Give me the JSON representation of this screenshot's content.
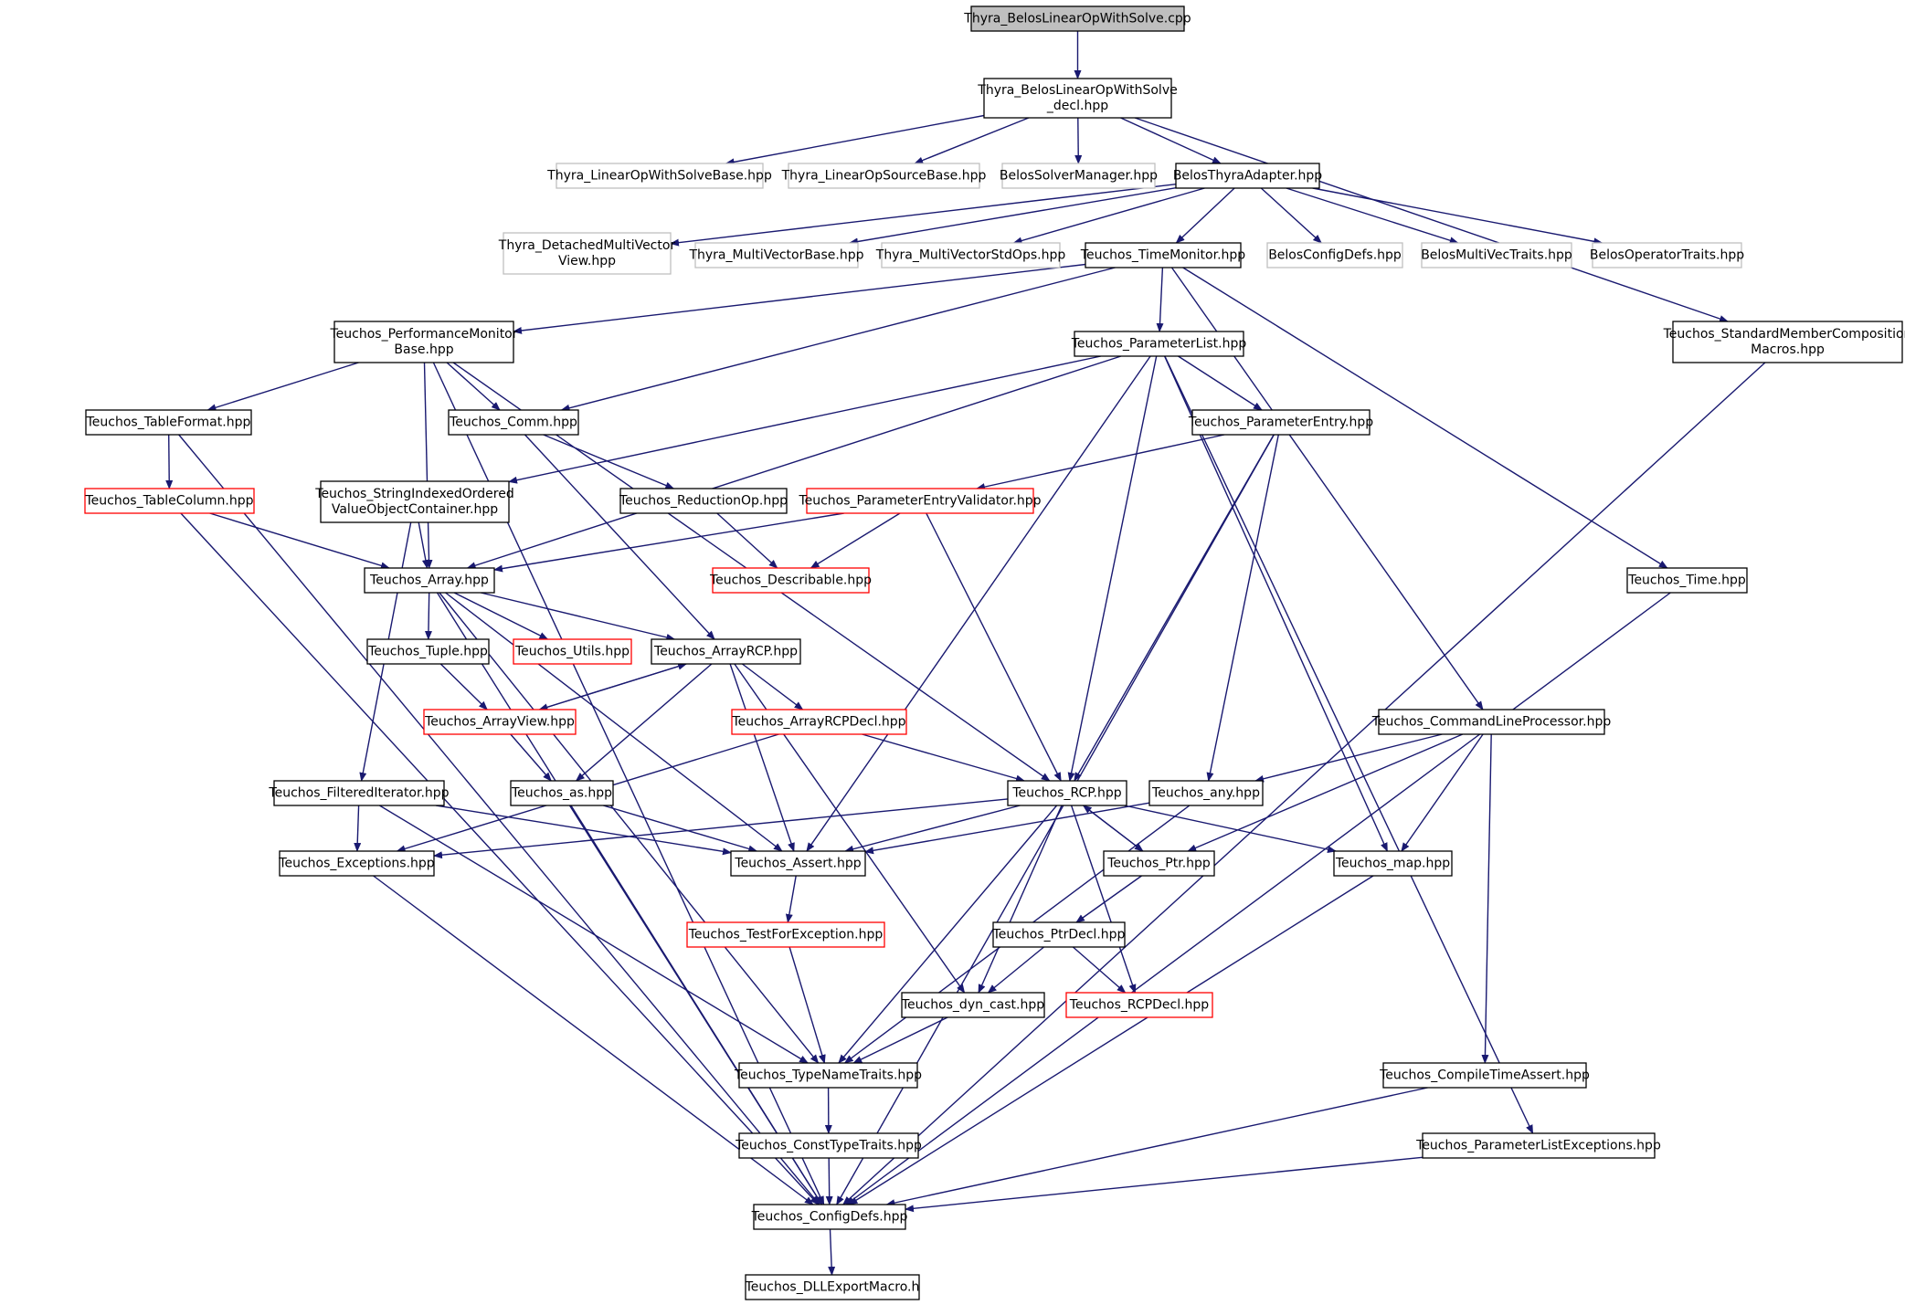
{
  "colors": {
    "edge": "#191970",
    "border_normal": "#000000",
    "border_external": "#bfbfbf",
    "border_truncated": "#ff0000",
    "root_fill": "#bfbfbf",
    "fill": "#ffffff"
  },
  "nodes": [
    {
      "id": "n0",
      "lines": [
        "Thyra_BelosLinearOpWithSolve.cpp"
      ],
      "kind": "root"
    },
    {
      "id": "n1",
      "lines": [
        "Thyra_BelosLinearOpWithSolve",
        "_decl.hpp"
      ],
      "kind": "normal"
    },
    {
      "id": "n2",
      "lines": [
        "Thyra_LinearOpWithSolveBase.hpp"
      ],
      "kind": "external"
    },
    {
      "id": "n3",
      "lines": [
        "Thyra_LinearOpSourceBase.hpp"
      ],
      "kind": "external"
    },
    {
      "id": "n4",
      "lines": [
        "BelosSolverManager.hpp"
      ],
      "kind": "external"
    },
    {
      "id": "n5",
      "lines": [
        "BelosThyraAdapter.hpp"
      ],
      "kind": "normal"
    },
    {
      "id": "n6",
      "lines": [
        "Thyra_DetachedMultiVector",
        "View.hpp"
      ],
      "kind": "external"
    },
    {
      "id": "n7",
      "lines": [
        "Thyra_MultiVectorBase.hpp"
      ],
      "kind": "external"
    },
    {
      "id": "n8",
      "lines": [
        "Thyra_MultiVectorStdOps.hpp"
      ],
      "kind": "external"
    },
    {
      "id": "n9",
      "lines": [
        "Teuchos_TimeMonitor.hpp"
      ],
      "kind": "normal"
    },
    {
      "id": "n10",
      "lines": [
        "BelosConfigDefs.hpp"
      ],
      "kind": "external"
    },
    {
      "id": "n11",
      "lines": [
        "BelosMultiVecTraits.hpp"
      ],
      "kind": "external"
    },
    {
      "id": "n12",
      "lines": [
        "BelosOperatorTraits.hpp"
      ],
      "kind": "external"
    },
    {
      "id": "n13",
      "lines": [
        "Teuchos_PerformanceMonitor",
        "Base.hpp"
      ],
      "kind": "normal"
    },
    {
      "id": "n14",
      "lines": [
        "Teuchos_ParameterList.hpp"
      ],
      "kind": "normal"
    },
    {
      "id": "n15",
      "lines": [
        "Teuchos_StandardMemberComposition",
        "Macros.hpp"
      ],
      "kind": "normal"
    },
    {
      "id": "n16",
      "lines": [
        "Teuchos_TableFormat.hpp"
      ],
      "kind": "normal"
    },
    {
      "id": "n17",
      "lines": [
        "Teuchos_Comm.hpp"
      ],
      "kind": "normal"
    },
    {
      "id": "n18",
      "lines": [
        "Teuchos_ParameterEntry.hpp"
      ],
      "kind": "normal"
    },
    {
      "id": "n19",
      "lines": [
        "Teuchos_TableColumn.hpp"
      ],
      "kind": "truncated"
    },
    {
      "id": "n20",
      "lines": [
        "Teuchos_StringIndexedOrdered",
        "ValueObjectContainer.hpp"
      ],
      "kind": "normal"
    },
    {
      "id": "n21",
      "lines": [
        "Teuchos_ReductionOp.hpp"
      ],
      "kind": "normal"
    },
    {
      "id": "n22",
      "lines": [
        "Teuchos_ParameterEntryValidator.hpp"
      ],
      "kind": "truncated"
    },
    {
      "id": "n23",
      "lines": [
        "Teuchos_Array.hpp"
      ],
      "kind": "normal"
    },
    {
      "id": "n24",
      "lines": [
        "Teuchos_Describable.hpp"
      ],
      "kind": "truncated"
    },
    {
      "id": "n25",
      "lines": [
        "Teuchos_Time.hpp"
      ],
      "kind": "normal"
    },
    {
      "id": "n26",
      "lines": [
        "Teuchos_Tuple.hpp"
      ],
      "kind": "normal"
    },
    {
      "id": "n27",
      "lines": [
        "Teuchos_Utils.hpp"
      ],
      "kind": "truncated"
    },
    {
      "id": "n28",
      "lines": [
        "Teuchos_ArrayRCP.hpp"
      ],
      "kind": "normal"
    },
    {
      "id": "n29",
      "lines": [
        "Teuchos_ArrayView.hpp"
      ],
      "kind": "truncated"
    },
    {
      "id": "n30",
      "lines": [
        "Teuchos_ArrayRCPDecl.hpp"
      ],
      "kind": "truncated"
    },
    {
      "id": "n31",
      "lines": [
        "Teuchos_CommandLineProcessor.hpp"
      ],
      "kind": "normal"
    },
    {
      "id": "n32",
      "lines": [
        "Teuchos_FilteredIterator.hpp"
      ],
      "kind": "normal"
    },
    {
      "id": "n33",
      "lines": [
        "Teuchos_as.hpp"
      ],
      "kind": "normal"
    },
    {
      "id": "n34",
      "lines": [
        "Teuchos_RCP.hpp"
      ],
      "kind": "normal"
    },
    {
      "id": "n35",
      "lines": [
        "Teuchos_any.hpp"
      ],
      "kind": "normal"
    },
    {
      "id": "n36",
      "lines": [
        "Teuchos_Exceptions.hpp"
      ],
      "kind": "normal"
    },
    {
      "id": "n37",
      "lines": [
        "Teuchos_Assert.hpp"
      ],
      "kind": "normal"
    },
    {
      "id": "n38",
      "lines": [
        "Teuchos_Ptr.hpp"
      ],
      "kind": "normal"
    },
    {
      "id": "n39",
      "lines": [
        "Teuchos_map.hpp"
      ],
      "kind": "normal"
    },
    {
      "id": "n40",
      "lines": [
        "Teuchos_TestForException.hpp"
      ],
      "kind": "truncated"
    },
    {
      "id": "n41",
      "lines": [
        "Teuchos_PtrDecl.hpp"
      ],
      "kind": "normal"
    },
    {
      "id": "n42",
      "lines": [
        "Teuchos_dyn_cast.hpp"
      ],
      "kind": "normal"
    },
    {
      "id": "n43",
      "lines": [
        "Teuchos_RCPDecl.hpp"
      ],
      "kind": "truncated"
    },
    {
      "id": "n44",
      "lines": [
        "Teuchos_TypeNameTraits.hpp"
      ],
      "kind": "normal"
    },
    {
      "id": "n45",
      "lines": [
        "Teuchos_CompileTimeAssert.hpp"
      ],
      "kind": "normal"
    },
    {
      "id": "n46",
      "lines": [
        "Teuchos_ConstTypeTraits.hpp"
      ],
      "kind": "normal"
    },
    {
      "id": "n47",
      "lines": [
        "Teuchos_ParameterListExceptions.hpp"
      ],
      "kind": "normal"
    },
    {
      "id": "n48",
      "lines": [
        "Teuchos_ConfigDefs.hpp"
      ],
      "kind": "normal"
    },
    {
      "id": "n49",
      "lines": [
        "Teuchos_DLLExportMacro.h"
      ],
      "kind": "normal"
    }
  ],
  "edges": [
    [
      "n0",
      "n1"
    ],
    [
      "n1",
      "n2"
    ],
    [
      "n1",
      "n3"
    ],
    [
      "n1",
      "n4"
    ],
    [
      "n1",
      "n5"
    ],
    [
      "n1",
      "n15"
    ],
    [
      "n5",
      "n6"
    ],
    [
      "n5",
      "n7"
    ],
    [
      "n5",
      "n8"
    ],
    [
      "n5",
      "n9"
    ],
    [
      "n5",
      "n10"
    ],
    [
      "n5",
      "n11"
    ],
    [
      "n5",
      "n12"
    ],
    [
      "n9",
      "n13"
    ],
    [
      "n9",
      "n14"
    ],
    [
      "n9",
      "n17"
    ],
    [
      "n9",
      "n31"
    ],
    [
      "n9",
      "n25"
    ],
    [
      "n13",
      "n16"
    ],
    [
      "n13",
      "n17"
    ],
    [
      "n13",
      "n23"
    ],
    [
      "n13",
      "n34"
    ],
    [
      "n13",
      "n48"
    ],
    [
      "n14",
      "n20"
    ],
    [
      "n14",
      "n18"
    ],
    [
      "n14",
      "n23"
    ],
    [
      "n14",
      "n34"
    ],
    [
      "n14",
      "n37"
    ],
    [
      "n14",
      "n39"
    ],
    [
      "n14",
      "n47"
    ],
    [
      "n15",
      "n48"
    ],
    [
      "n16",
      "n19"
    ],
    [
      "n16",
      "n48"
    ],
    [
      "n17",
      "n21"
    ],
    [
      "n17",
      "n28"
    ],
    [
      "n18",
      "n22"
    ],
    [
      "n18",
      "n34"
    ],
    [
      "n18",
      "n35"
    ],
    [
      "n18",
      "n48"
    ],
    [
      "n19",
      "n23"
    ],
    [
      "n19",
      "n48"
    ],
    [
      "n20",
      "n23"
    ],
    [
      "n20",
      "n32"
    ],
    [
      "n21",
      "n24"
    ],
    [
      "n22",
      "n23"
    ],
    [
      "n22",
      "n24"
    ],
    [
      "n22",
      "n34"
    ],
    [
      "n23",
      "n26"
    ],
    [
      "n23",
      "n27"
    ],
    [
      "n23",
      "n28"
    ],
    [
      "n23",
      "n37"
    ],
    [
      "n23",
      "n44"
    ],
    [
      "n23",
      "n48"
    ],
    [
      "n25",
      "n48"
    ],
    [
      "n26",
      "n29"
    ],
    [
      "n28",
      "n29"
    ],
    [
      "n28",
      "n30"
    ],
    [
      "n28",
      "n33"
    ],
    [
      "n28",
      "n37"
    ],
    [
      "n28",
      "n42"
    ],
    [
      "n29",
      "n28"
    ],
    [
      "n29",
      "n33"
    ],
    [
      "n30",
      "n34"
    ],
    [
      "n30",
      "n36"
    ],
    [
      "n31",
      "n35"
    ],
    [
      "n31",
      "n38"
    ],
    [
      "n31",
      "n39"
    ],
    [
      "n31",
      "n45"
    ],
    [
      "n32",
      "n36"
    ],
    [
      "n32",
      "n37"
    ],
    [
      "n32",
      "n44"
    ],
    [
      "n33",
      "n37"
    ],
    [
      "n33",
      "n48"
    ],
    [
      "n34",
      "n36"
    ],
    [
      "n34",
      "n37"
    ],
    [
      "n34",
      "n38"
    ],
    [
      "n34",
      "n39"
    ],
    [
      "n34",
      "n42"
    ],
    [
      "n34",
      "n43"
    ],
    [
      "n34",
      "n44"
    ],
    [
      "n35",
      "n37"
    ],
    [
      "n35",
      "n44"
    ],
    [
      "n36",
      "n48"
    ],
    [
      "n37",
      "n40"
    ],
    [
      "n38",
      "n34"
    ],
    [
      "n38",
      "n41"
    ],
    [
      "n39",
      "n48"
    ],
    [
      "n40",
      "n44"
    ],
    [
      "n41",
      "n42"
    ],
    [
      "n41",
      "n43"
    ],
    [
      "n42",
      "n44"
    ],
    [
      "n44",
      "n46"
    ],
    [
      "n45",
      "n48"
    ],
    [
      "n46",
      "n48"
    ],
    [
      "n47",
      "n48"
    ],
    [
      "n48",
      "n49"
    ]
  ]
}
